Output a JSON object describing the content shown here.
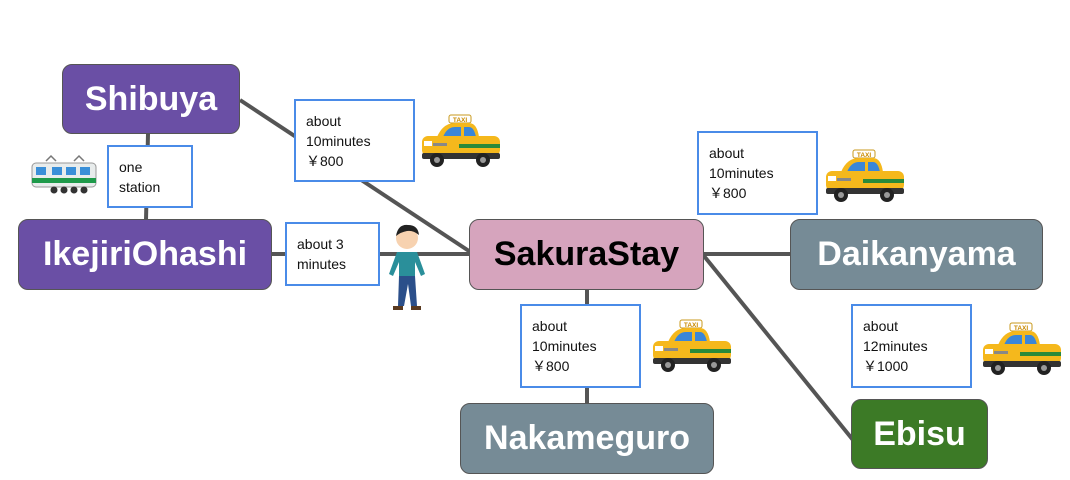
{
  "nodes": {
    "shibuya": {
      "label": "Shibuya",
      "color": "#6a4fa5"
    },
    "ikejiri": {
      "label": "IkejiriOhashi",
      "color": "#6a4fa5"
    },
    "sakura": {
      "label": "SakuraStay",
      "color": "#d6a4bd"
    },
    "daikanyama": {
      "label": "Daikanyama",
      "color": "#768b96"
    },
    "nakameguro": {
      "label": "Nakameguro",
      "color": "#768b96"
    },
    "ebisu": {
      "label": "Ebisu",
      "color": "#3c7a26"
    }
  },
  "notes": {
    "shibuya_sakura": [
      "about",
      "10minutes",
      "￥800"
    ],
    "shibuya_ikejiri": [
      "one",
      "station"
    ],
    "ikejiri_sakura": [
      "about 3",
      "minutes"
    ],
    "sakura_daikanyama": [
      "about",
      "10minutes",
      "￥800"
    ],
    "sakura_nakameguro": [
      "about",
      "10minutes",
      "￥800"
    ],
    "sakura_ebisu": [
      "about",
      "12minutes",
      "￥1000"
    ]
  },
  "icons": {
    "taxi": "taxi-icon",
    "train": "train-icon",
    "walker": "walking-person-icon",
    "taxi_sign": "TAXI"
  }
}
